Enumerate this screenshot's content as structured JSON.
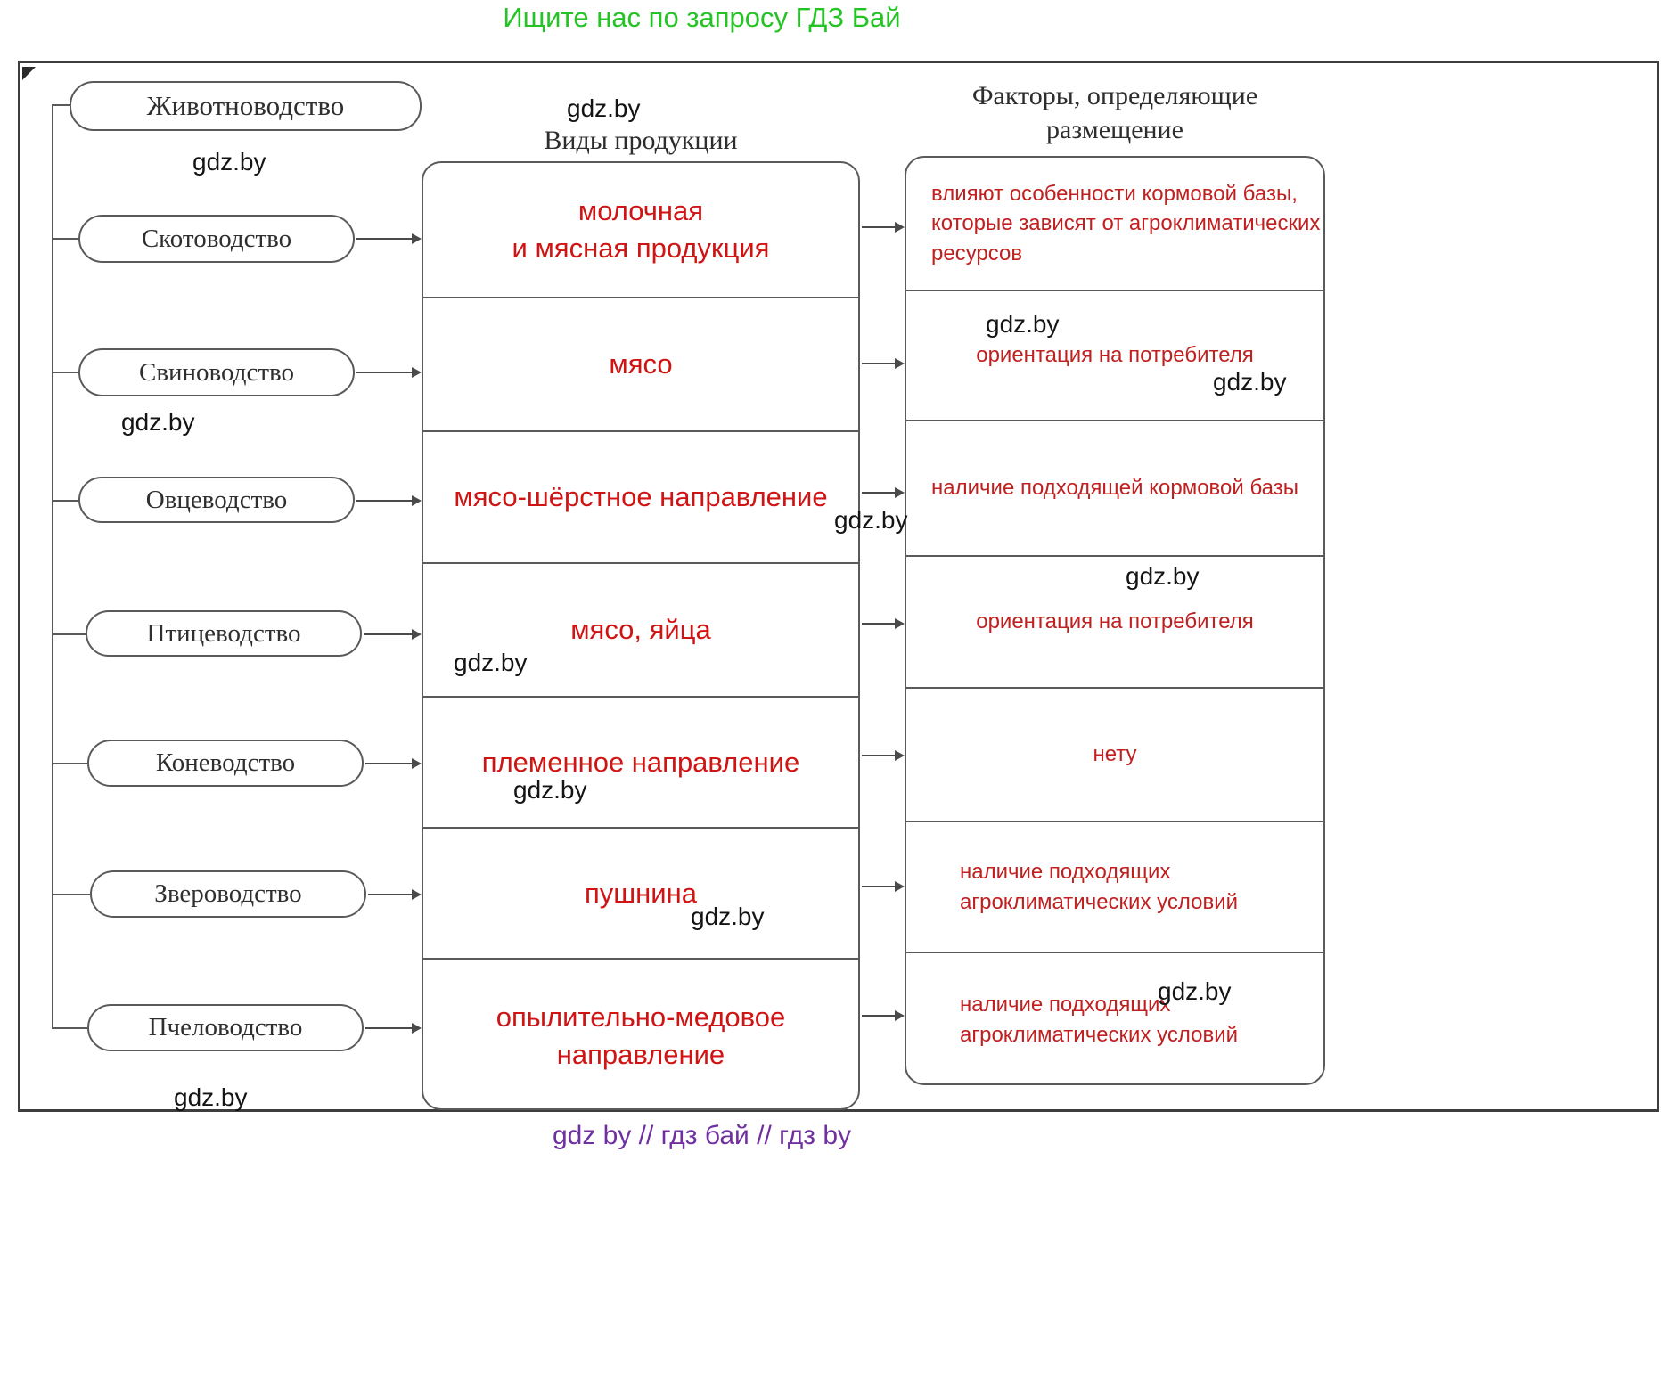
{
  "page": {
    "top_banner": "Ищите нас по запросу ГДЗ Бай",
    "bottom_banner": "gdz by  //  гдз бай  //  гдз by",
    "watermark": "gdz.by"
  },
  "colors": {
    "banner_green": "#25c325",
    "banner_purple": "#7030a0",
    "answer_red": "#d01414",
    "ink_dark": "#2f2f2f",
    "line_gray": "#5a5a5a"
  },
  "diagram": {
    "root_label": "Животноводство",
    "products_header": "Виды продукции",
    "factors_header": "Факторы, определяющие\nразмещение",
    "rows": [
      {
        "branch": "Скотоводство",
        "product": "молочная\nи мясная продукция",
        "factor": "влияют особенности кормовой базы,\nкоторые зависят от агроклиматических\nресурсов"
      },
      {
        "branch": "Свиноводство",
        "product": "мясо",
        "factor": "ориентация на потребителя"
      },
      {
        "branch": "Овцеводство",
        "product": "мясо-шёрстное направление",
        "factor": "наличие подходящей кормовой базы"
      },
      {
        "branch": "Птицеводство",
        "product": "мясо, яйца",
        "factor": "ориентация на потребителя"
      },
      {
        "branch": "Коневодство",
        "product": "племенное направление",
        "factor": "нету"
      },
      {
        "branch": "Звероводство",
        "product": "пушнина",
        "factor": "наличие подходящих\nагроклиматических условий"
      },
      {
        "branch": "Пчеловодство",
        "product": "опылительно-медовое\nнаправление",
        "factor": "наличие подходящих\nагроклиматических условий"
      }
    ]
  }
}
